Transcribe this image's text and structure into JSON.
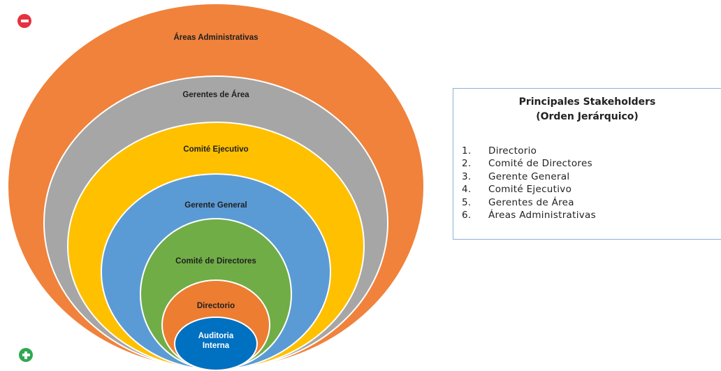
{
  "diagram": {
    "rings": [
      {
        "label": "Áreas Administrativas",
        "color": "#f0823c"
      },
      {
        "label": "Gerentes de Área",
        "color": "#a6a6a6"
      },
      {
        "label": "Comité Ejecutivo",
        "color": "#ffc000"
      },
      {
        "label": "Gerente General",
        "color": "#5b9bd5"
      },
      {
        "label": "Comité de Directores",
        "color": "#70ad47"
      },
      {
        "label": "Directorio",
        "color": "#ed7d31"
      },
      {
        "label_lines": [
          "Auditoria",
          "Interna"
        ],
        "color": "#0070c0"
      }
    ],
    "ring_stroke": "#ffffff"
  },
  "controls": {
    "zoom_out_icon": "minus-circle-icon",
    "zoom_in_icon": "plus-circle-icon",
    "zoom_out_color": "#e6313f",
    "zoom_in_color": "#2fa84f"
  },
  "legend": {
    "title_line1": "Principales Stakeholders",
    "title_line2": "(Orden Jerárquico)",
    "items": [
      {
        "num": "1.",
        "label": "Directorio"
      },
      {
        "num": "2.",
        "label": "Comité de Directores"
      },
      {
        "num": "3.",
        "label": "Gerente General"
      },
      {
        "num": "4.",
        "label": "Comité Ejecutivo"
      },
      {
        "num": "5.",
        "label": "Gerentes de Área"
      },
      {
        "num": "6.",
        "label": "Áreas Administrativas"
      }
    ],
    "border_color": "#8eb0d6"
  }
}
